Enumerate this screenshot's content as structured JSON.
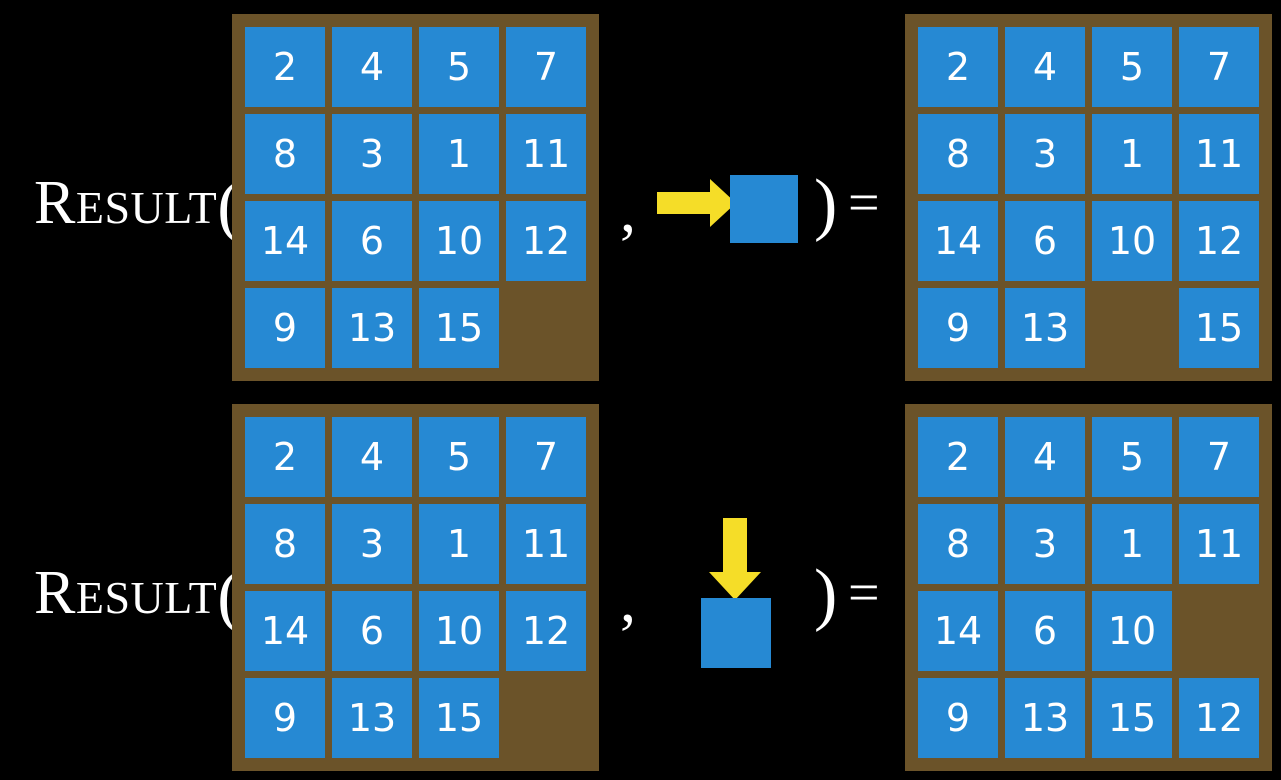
{
  "page": {
    "background_color": "#000000",
    "board_color": "#6b5329",
    "tile_color": "#2689d3",
    "tile_text_color": "#ffffff",
    "arrow_color": "#f5dd28",
    "text_color": "#ffffff"
  },
  "rows": [
    {
      "id": "row-1",
      "label": {
        "cap": "R",
        "rest": "ESULT",
        "open_paren": "("
      },
      "comma": ",",
      "close_paren": ")",
      "equals": "=",
      "move": {
        "direction": "right",
        "arrow_icon": "arrow-right-icon",
        "tile_label": ""
      },
      "input_board": {
        "name": "input-board-row-1",
        "rows": [
          [
            "2",
            "4",
            "5",
            "7"
          ],
          [
            "8",
            "3",
            "1",
            "11"
          ],
          [
            "14",
            "6",
            "10",
            "12"
          ],
          [
            "9",
            "13",
            "15",
            ""
          ]
        ]
      },
      "output_board": {
        "name": "output-board-row-1",
        "rows": [
          [
            "2",
            "4",
            "5",
            "7"
          ],
          [
            "8",
            "3",
            "1",
            "11"
          ],
          [
            "14",
            "6",
            "10",
            "12"
          ],
          [
            "9",
            "13",
            "",
            "15"
          ]
        ]
      }
    },
    {
      "id": "row-2",
      "label": {
        "cap": "R",
        "rest": "ESULT",
        "open_paren": "("
      },
      "comma": ",",
      "close_paren": ")",
      "equals": "=",
      "move": {
        "direction": "down",
        "arrow_icon": "arrow-down-icon",
        "tile_label": ""
      },
      "input_board": {
        "name": "input-board-row-2",
        "rows": [
          [
            "2",
            "4",
            "5",
            "7"
          ],
          [
            "8",
            "3",
            "1",
            "11"
          ],
          [
            "14",
            "6",
            "10",
            "12"
          ],
          [
            "9",
            "13",
            "15",
            ""
          ]
        ]
      },
      "output_board": {
        "name": "output-board-row-2",
        "rows": [
          [
            "2",
            "4",
            "5",
            "7"
          ],
          [
            "8",
            "3",
            "1",
            "11"
          ],
          [
            "14",
            "6",
            "10",
            ""
          ],
          [
            "9",
            "13",
            "15",
            "12"
          ]
        ]
      }
    }
  ]
}
